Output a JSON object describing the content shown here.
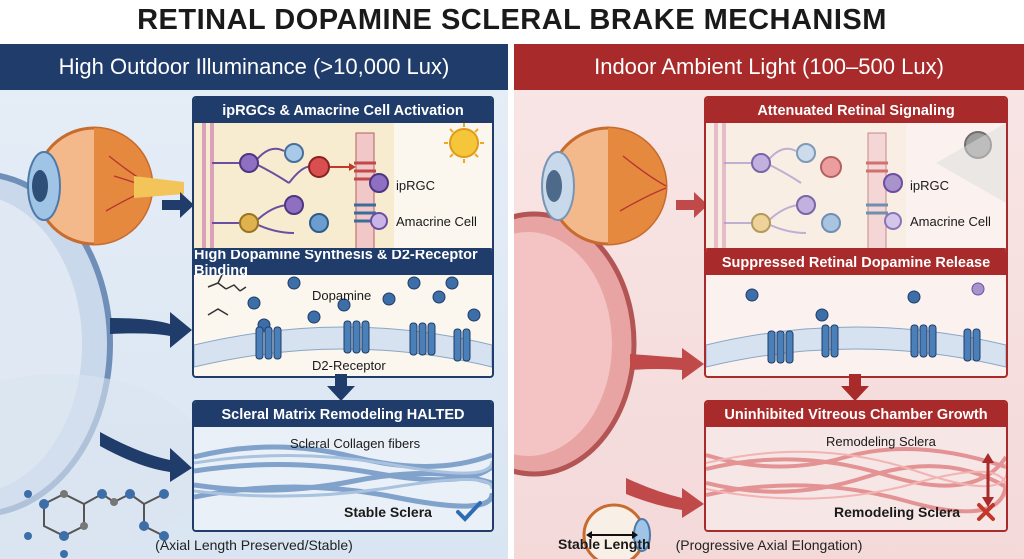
{
  "title": "RETINAL DOPAMINE SCLERAL BRAKE MECHANISM",
  "left": {
    "banner": "High Outdoor Illuminance (>10,000 Lux)",
    "box1": {
      "title": "ipRGCs & Amacrine Cell Activation",
      "iprgc": "ipRGC",
      "amacrine": "Amacrine Cell"
    },
    "box2": {
      "title": "High Dopamine Synthesis & D2-Receptor Binding",
      "dopamine": "Dopamine",
      "receptor": "D2-Receptor"
    },
    "box3": {
      "title": "Scleral Matrix Remodeling HALTED",
      "fibers": "Scleral Collagen fibers",
      "status": "Stable Sclera"
    },
    "caption": "(Axial Length Preserved/Stable)"
  },
  "right": {
    "banner": "Indoor Ambient Light (100–500 Lux)",
    "box1": {
      "title": "Attenuated Retinal Signaling",
      "iprgc": "ipRGC",
      "amacrine": "Amacrine Cell"
    },
    "box2": {
      "title": "Suppressed Retinal Dopamine Release"
    },
    "box3": {
      "title": "Uninhibited Vitreous Chamber Growth",
      "fibers": "Remodeling Sclera",
      "status": "Remodeling Sclera"
    },
    "inset_label": "Stable Length",
    "caption": "(Progressive Axial Elongation)"
  },
  "colors": {
    "navy": "#1f3c6a",
    "red": "#a82a2a",
    "check": "#2e6db4",
    "cross": "#c0392b"
  }
}
